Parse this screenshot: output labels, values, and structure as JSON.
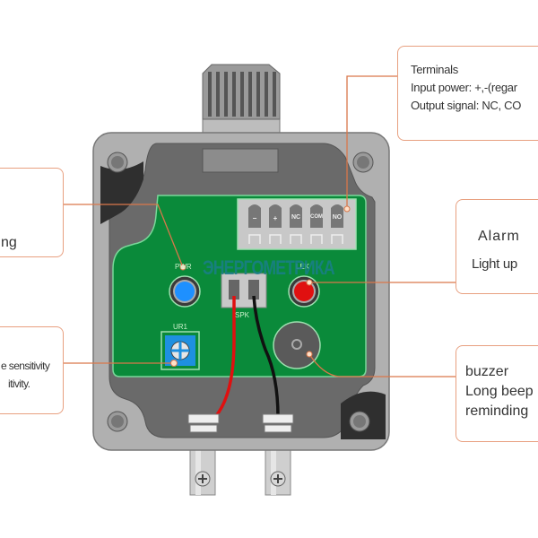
{
  "watermark": "ЭНЕРГОМЕТРИКА",
  "colors": {
    "callout_border": "#e8a080",
    "leader_line": "#d9774a",
    "pcb_green": "#0a8a3a",
    "enclosure_gray": "#a8a8a8",
    "pwr_led": "#1e90ff",
    "alarm_led": "#e01010"
  },
  "pcb_labels": {
    "pwr": "PWR",
    "lek": "LEK",
    "spk": "SPK",
    "ur1": "UR1"
  },
  "terminals": [
    "−",
    "+",
    "NC",
    "COM",
    "NO"
  ],
  "callouts": {
    "terminals": {
      "lines": [
        "Terminals",
        "Input power: +,-(regar",
        "Output signal: NC, CO"
      ]
    },
    "power": {
      "lines": [
        "ng"
      ]
    },
    "sensitivity": {
      "lines": [
        "e sensitivity",
        "itivity."
      ]
    },
    "alarm": {
      "lines": [
        "Alarm",
        "Light up "
      ]
    },
    "buzzer": {
      "lines": [
        "buzzer",
        "Long beep",
        "reminding"
      ]
    }
  }
}
